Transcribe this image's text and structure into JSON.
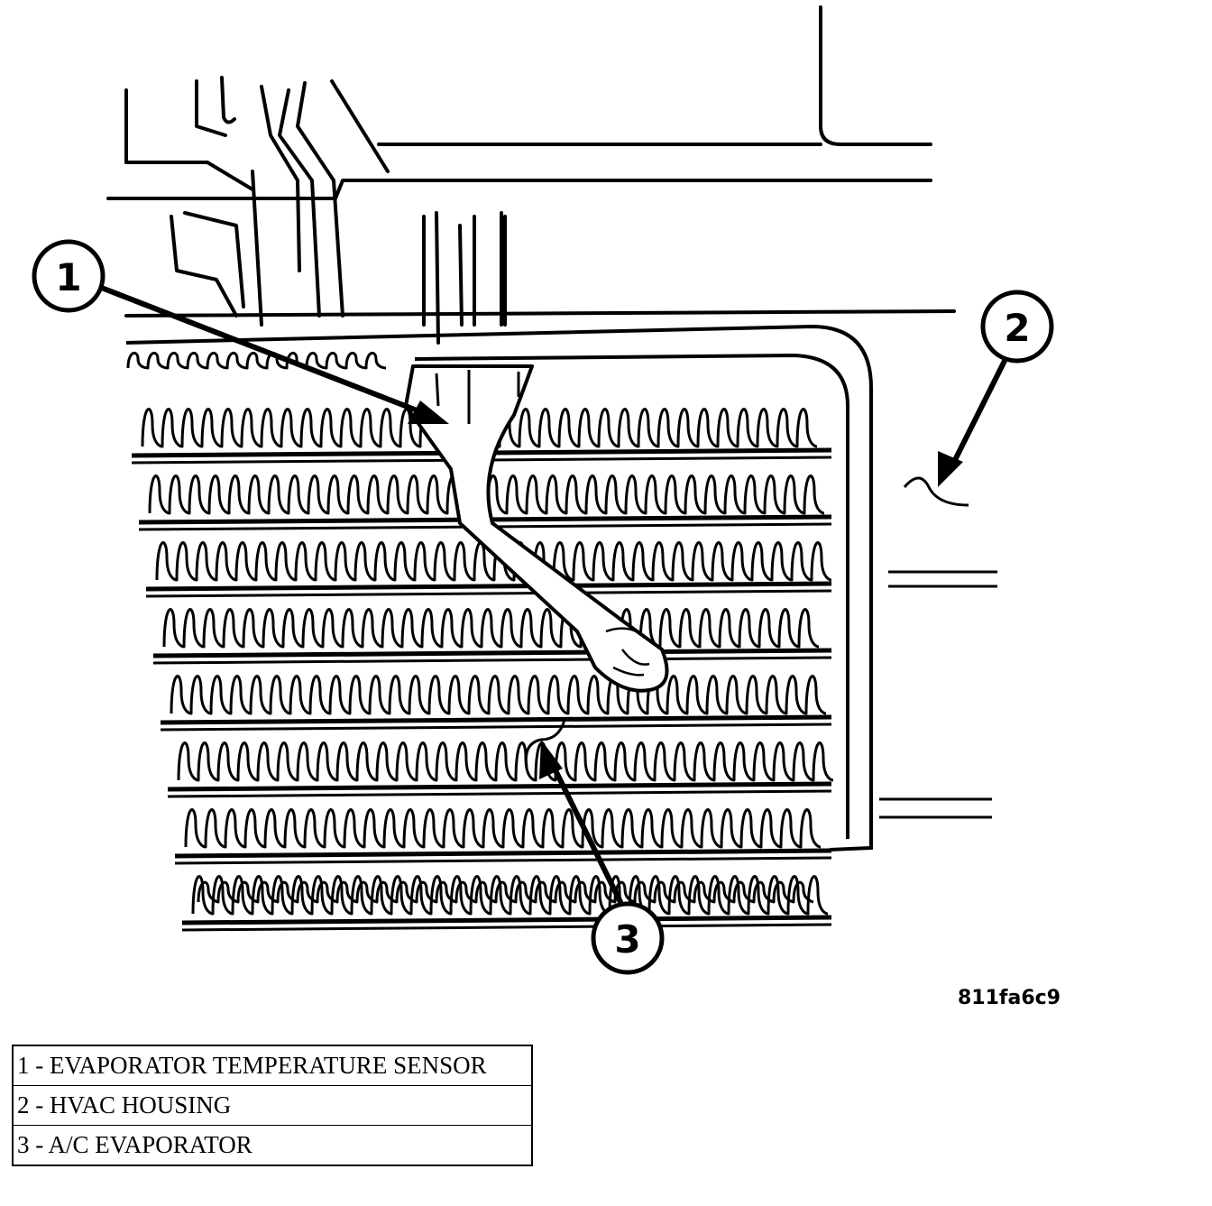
{
  "figure_id": "811fa6c9",
  "callouts": [
    {
      "number": "1"
    },
    {
      "number": "2"
    },
    {
      "number": "3"
    }
  ],
  "legend": [
    {
      "text": "1 - EVAPORATOR TEMPERATURE SENSOR"
    },
    {
      "text": "2 - HVAC HOUSING"
    },
    {
      "text": "3 - A/C EVAPORATOR"
    }
  ]
}
